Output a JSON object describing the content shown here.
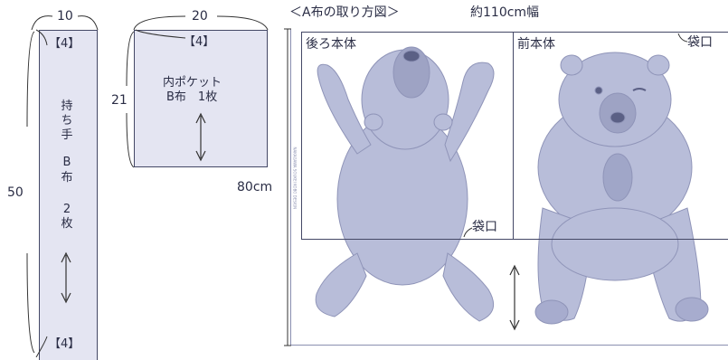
{
  "header": {
    "title": "＜A布の取り方図＞",
    "width_note": "約110cm幅"
  },
  "strap": {
    "width_dim": "10",
    "height_dim": "50",
    "seam_top": "【4】",
    "seam_bottom": "【4】",
    "vertical_label": "持ち手　B布　2枚",
    "vertical_chars": [
      "持",
      "ち",
      "手",
      "",
      "B",
      "布",
      "",
      "2",
      "枚"
    ]
  },
  "pocket": {
    "width_dim": "20",
    "height_dim": "21",
    "seam_top": "【4】",
    "title": "内ポケット",
    "subtitle": "B布　1枚"
  },
  "fabric": {
    "length_dim": "80cm",
    "back_label": "後ろ本体",
    "front_label": "前本体",
    "opening_label_front": "袋口",
    "opening_label_back": "袋口",
    "selvage_text": "NAKAGAWA SOUKEI KOBO DESIGN"
  },
  "colors": {
    "line": "#444866",
    "fabric_fill": "#e4e5f2",
    "bear": "#b3b8d6",
    "bear_dark": "#7b80a6"
  }
}
